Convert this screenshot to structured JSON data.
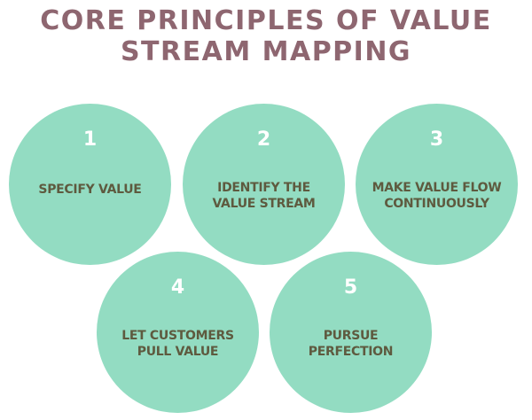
{
  "title": {
    "line1": "CORE PRINCIPLES OF VALUE",
    "line2": "STREAM MAPPING"
  },
  "colors": {
    "title": "#8e6670",
    "circle_fill": "#93dcc2",
    "number": "#ffffff",
    "label": "#5e5a3f",
    "background": "#ffffff"
  },
  "principles": [
    {
      "number": "1",
      "line1": "SPECIFY VALUE",
      "line2": ""
    },
    {
      "number": "2",
      "line1": "IDENTIFY THE",
      "line2": "VALUE STREAM"
    },
    {
      "number": "3",
      "line1": "MAKE VALUE FLOW",
      "line2": "CONTINUOUSLY"
    },
    {
      "number": "4",
      "line1": "LET CUSTOMERS",
      "line2": "PULL VALUE"
    },
    {
      "number": "5",
      "line1": "PURSUE",
      "line2": "PERFECTION"
    }
  ]
}
